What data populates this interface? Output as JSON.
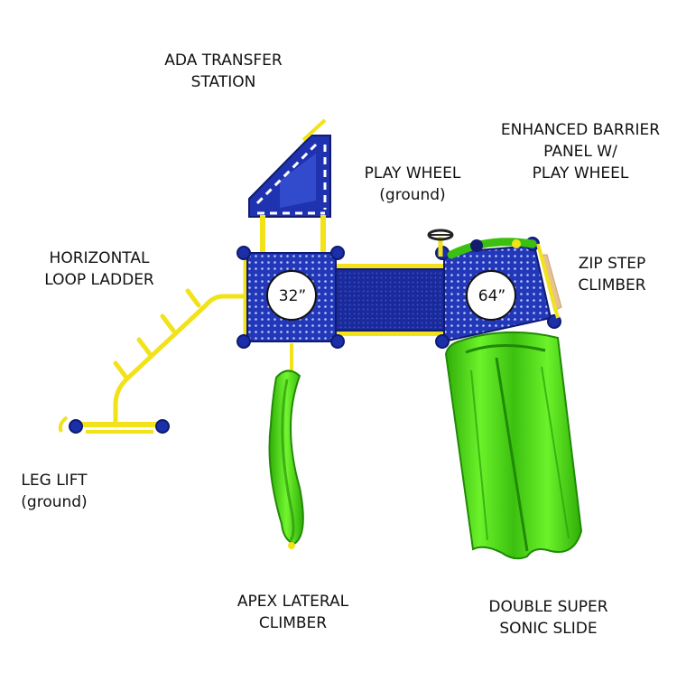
{
  "labels": {
    "ada_transfer_station": [
      "ADA TRANSFER",
      "STATION"
    ],
    "enhanced_barrier_panel": [
      "ENHANCED BARRIER",
      "PANEL W/",
      "PLAY WHEEL"
    ],
    "play_wheel": [
      "PLAY WHEEL",
      "(ground)"
    ],
    "horizontal_loop_ladder": [
      "HORIZONTAL",
      "LOOP LADDER"
    ],
    "zip_step_climber": [
      "ZIP STEP",
      "CLIMBER"
    ],
    "leg_lift": [
      "LEG LIFT",
      "(ground)"
    ],
    "apex_lateral_climber": [
      "APEX LATERAL",
      "CLIMBER"
    ],
    "double_super_sonic_slide": [
      "DOUBLE SUPER",
      "SONIC SLIDE"
    ]
  },
  "deck_heights": {
    "left": "32”",
    "right": "64”"
  },
  "colors": {
    "deck_blue": "#1a2fa8",
    "post_yellow": "#f2e21a",
    "slide_green": "#55e01a",
    "cap_navy": "#141c6e"
  }
}
